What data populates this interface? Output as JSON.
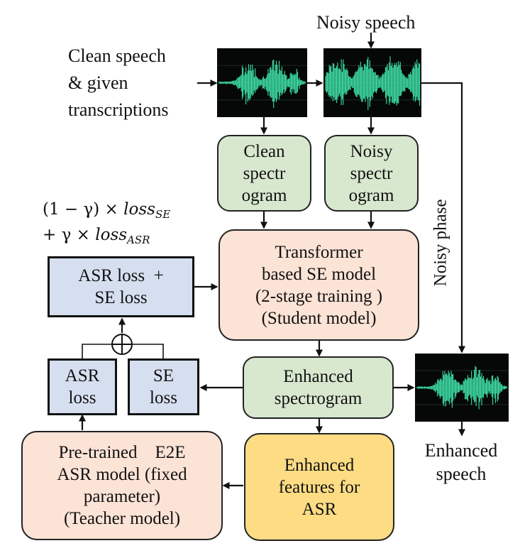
{
  "inputs": {
    "noisy_speech": "Noisy speech",
    "clean_speech": [
      "Clean speech",
      "& given",
      "transcriptions"
    ]
  },
  "boxes": {
    "clean_spectrogram": [
      "Clean",
      "spectr",
      "ogram"
    ],
    "noisy_spectrogram": [
      "Noisy",
      "spectr",
      "ogram"
    ],
    "se_model": [
      "Transformer",
      "based SE model",
      "(2-stage training )",
      "(Student model)"
    ],
    "combined_loss": [
      "ASR loss  +",
      "SE loss"
    ],
    "asr_loss": [
      "ASR",
      "loss"
    ],
    "se_loss": [
      "SE",
      "loss"
    ],
    "enhanced_spectrogram": [
      "Enhanced",
      "spectrogram"
    ],
    "asr_model": [
      "Pre-trained    E2E",
      "ASR model (fixed",
      "parameter)",
      "(Teacher model)"
    ],
    "enhanced_features": [
      "Enhanced",
      "features for",
      "ASR"
    ]
  },
  "labels": {
    "noisy_phase": "Noisy phase",
    "enhanced_speech": [
      "Enhanced",
      "speech"
    ],
    "plus_symbol": "⊕"
  },
  "formula": {
    "line1": {
      "coef": "(1 − γ) × ",
      "loss": "loss",
      "sub": "SE"
    },
    "line2": {
      "coef": "+ γ × ",
      "loss": "loss",
      "sub": "ASR"
    }
  },
  "colors": {
    "green_box": "#d8e8cf",
    "salmon_box": "#fbe3d6",
    "blue_box": "#d6dff0",
    "yellow_box": "#fddc84",
    "waveform": "#3fe0a6",
    "spectrogram_bg": "#050807"
  },
  "icons": [
    "arrow-icon",
    "circled-plus-icon",
    "waveform-icon"
  ]
}
